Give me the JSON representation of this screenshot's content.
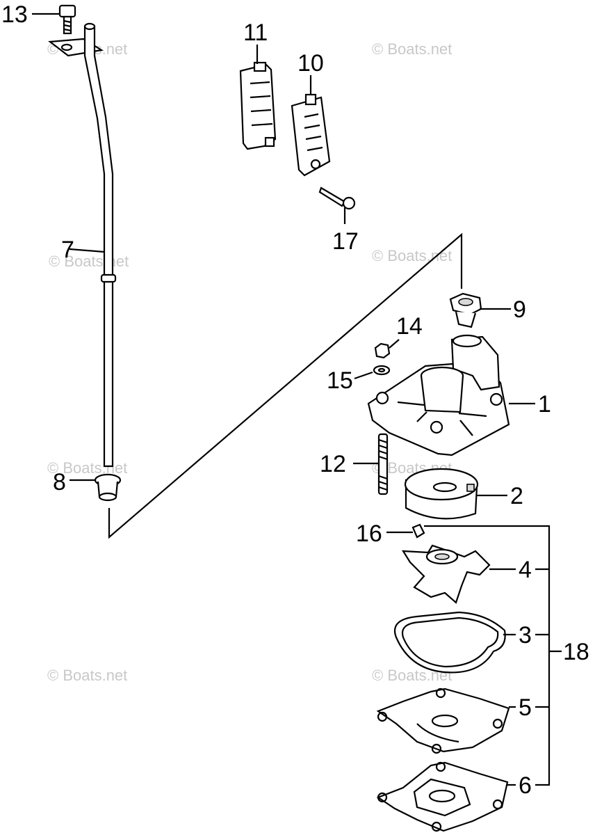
{
  "callouts": {
    "p1": "1",
    "p2": "2",
    "p3": "3",
    "p4": "4",
    "p5": "5",
    "p6": "6",
    "p7": "7",
    "p8": "8",
    "p9": "9",
    "p10": "10",
    "p11": "11",
    "p12": "12",
    "p13": "13",
    "p14": "14",
    "p15": "15",
    "p16": "16",
    "p17": "17",
    "p18": "18"
  },
  "watermark": {
    "text": "© Boats.net"
  }
}
